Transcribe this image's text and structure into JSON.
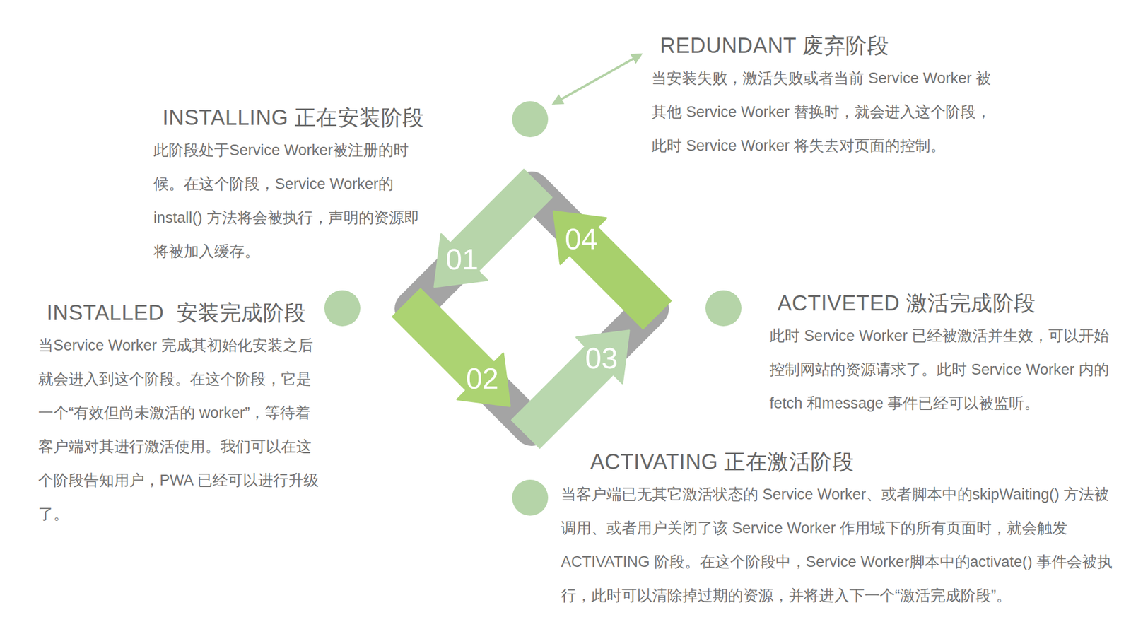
{
  "diagram": {
    "nodes": [
      {
        "text": [
          "INSTALLING 正在安装阶段",
          "此阶段处于Service Worker被注册的时候。在这个阶段，Service Worker的install() 方法将会被执行，声明的资源即将被加入缓存。"
        ]
      },
      {
        "text": [
          "INSTALLED  安装完成阶段",
          "当Service Worker 完成其初始化安装之后就会进入到这个阶段。在这个阶段，它是一个“有效但尚未激活的 worker”，等待着客户端对其进行激活使用。我们可以在这个阶段告知用户，PWA 已经可以进行升级了。"
        ]
      },
      {
        "text": [
          "ACTIVATING 正在激活阶段",
          "当客户端已无其它激活状态的 Service Worker、或者脚本中的skipWaiting() 方法被调用、或者用户关闭了该 Service Worker 作用域下的所有页面时，就会触发 ACTIVATING 阶段。在这个阶段中，Service Worker脚本中的activate() 事件会被执行，此时可以清除掉过期的资源，并将进入下一个“激活完成阶段”。"
        ]
      },
      {
        "text": [
          "ACTIVETED 激活完成阶段",
          "此时 Service Worker 已经被激活并生效，可以开始控制网站的资源请求了。此时 Service Worker 内的fetch 和message 事件已经可以被监听。"
        ]
      },
      {
        "text": [
          "REDUNDANT 废弃阶段",
          "当安装失败，激活失败或者当前 Service Worker 被其他 Service Worker 替换时，就会进入这个阶段，此时 Service Worker 将失去对页面的控制。"
        ]
      }
    ],
    "labels": [
      "01",
      "02",
      "03",
      "04"
    ]
  }
}
